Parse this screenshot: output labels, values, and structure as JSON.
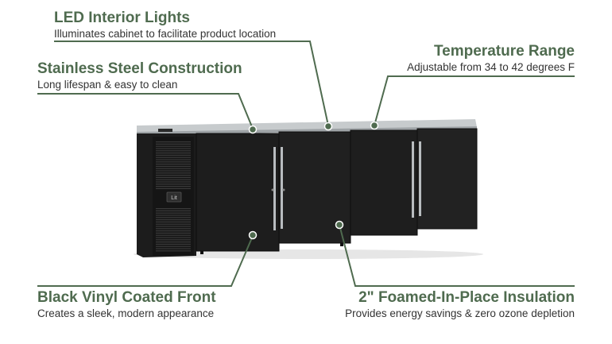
{
  "colors": {
    "accent_green": "#4f6b4f",
    "callout_line": "#4f6b4f",
    "cabinet_black": "#1a1a1a",
    "steel_top": "#b9bdbf"
  },
  "callouts": {
    "led": {
      "title": "LED Interior Lights",
      "desc": "Illuminates cabinet to facilitate product location"
    },
    "steel": {
      "title": "Stainless Steel Construction",
      "desc": "Long lifespan & easy to clean"
    },
    "temp": {
      "title": "Temperature Range",
      "desc": "Adjustable from 34 to 42 degrees F"
    },
    "vinyl": {
      "title": "Black Vinyl Coated Front",
      "desc": "Creates a sleek, modern appearance"
    },
    "foam": {
      "title": "2\" Foamed-In-Place Insulation",
      "desc": "Provides energy savings & zero\nozone depletion"
    }
  },
  "product": {
    "name": "back-bar-refrigerator",
    "control_label": "Lit"
  }
}
